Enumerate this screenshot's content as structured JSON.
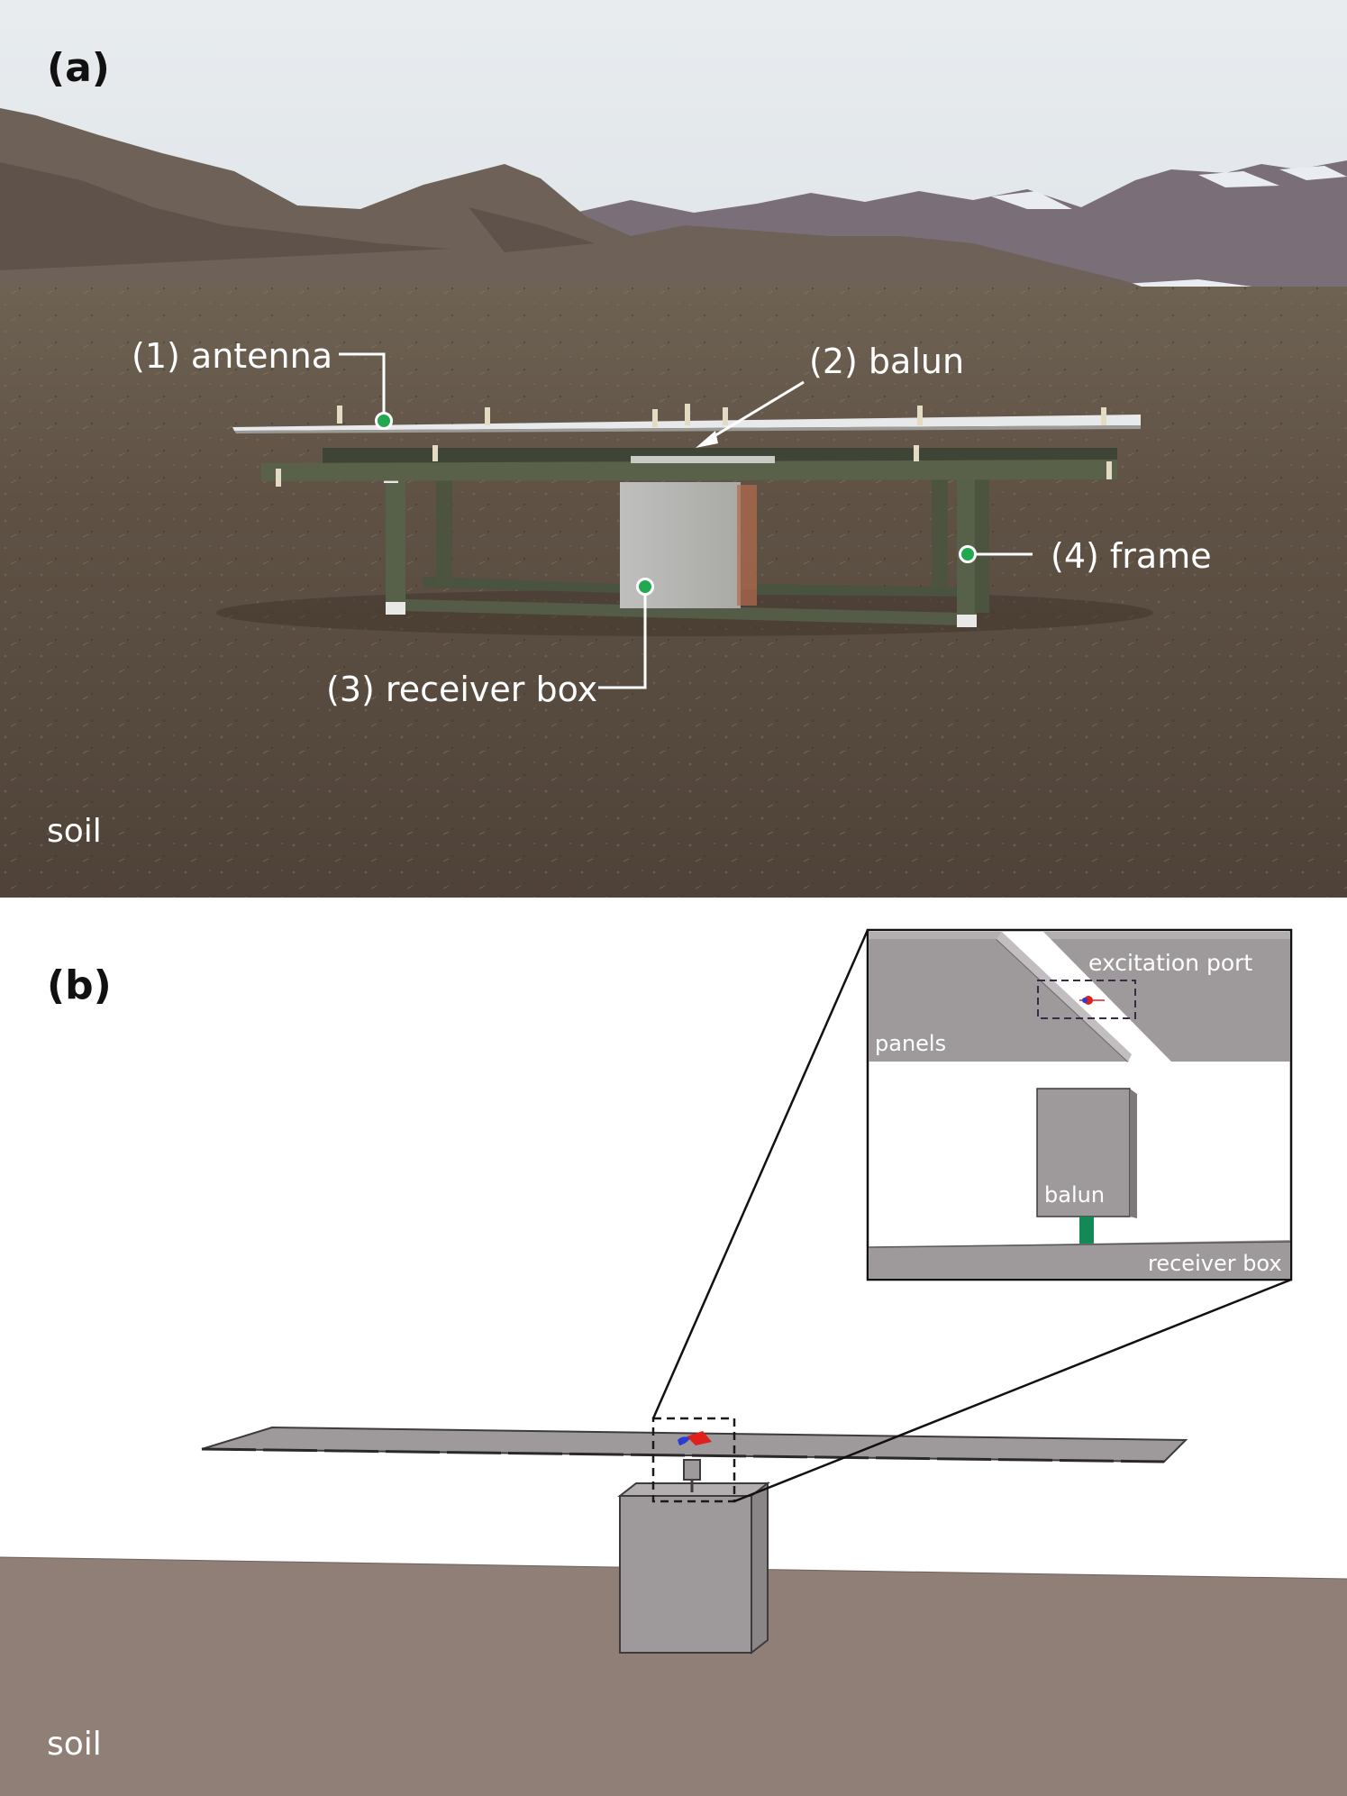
{
  "panel_a": {
    "letter": "(a)",
    "labels": {
      "antenna": "(1) antenna",
      "balun": "(2) balun",
      "receiver_box": "(3) receiver box",
      "frame": "(4) frame",
      "soil": "soil"
    }
  },
  "panel_b": {
    "letter": "(b)",
    "soil": "soil",
    "inset": {
      "excitation_port": "excitation port",
      "panels": "panels",
      "balun": "balun",
      "receiver_box": "receiver box"
    }
  },
  "colors": {
    "marker": "#22a94f",
    "model_gray": "#9e9a9c",
    "soil_brown": "#8f7f76",
    "port_red": "#e0201b",
    "port_blue": "#2a3bd6",
    "balun_feed": "#138a55"
  }
}
